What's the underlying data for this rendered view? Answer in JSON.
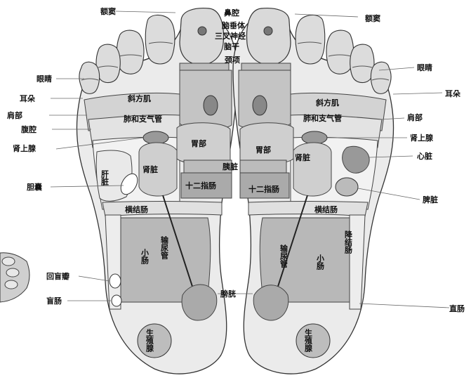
{
  "labels": {
    "sinus": "额窦",
    "nose": "鼻腔",
    "pituitary": "脑垂体",
    "trigeminal": "三叉神经",
    "brainstem": "脑干",
    "neck": "颈项",
    "eye": "眼睛",
    "ear": "耳朵",
    "shoulder": "肩部",
    "abdomen": "腹腔",
    "trapezius": "斜方肌",
    "lungs": "肺和支气管",
    "adrenal": "肾上腺",
    "stomach": "胃部",
    "liver": "肝脏",
    "kidney": "肾脏",
    "pancreas": "胰脏",
    "duodenum": "十二指肠",
    "gallbladder": "胆囊",
    "heart": "心脏",
    "spleen": "脾脏",
    "transverse_colon": "横结肠",
    "descending_colon": "降结肠",
    "ureter": "输尿管",
    "small_intestine": "小肠",
    "ileocecal": "回盲瓣",
    "cecum": "盲肠",
    "bladder": "膀胱",
    "rectum": "直肠",
    "reproductive": "生殖腺"
  }
}
